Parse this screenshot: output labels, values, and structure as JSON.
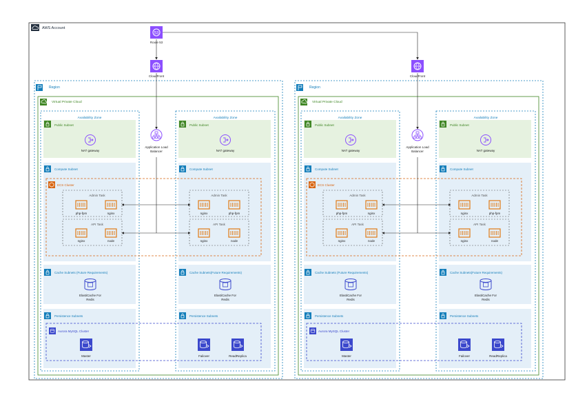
{
  "account": {
    "label": "AWS Account"
  },
  "edge": {
    "route53": "Route 53",
    "cloudfront": "CloudFront",
    "alb": [
      "Application Load",
      "Balancer"
    ]
  },
  "region": {
    "label": "Region",
    "vpc": "Virtual Private Cloud",
    "az": "Availability Zone",
    "public_subnet": "Public Subnet",
    "nat": "NAT gateway",
    "compute_subnet": "Compute Subnet",
    "ecs_cluster": "ECS Cluster",
    "admin_task": "Admin Task",
    "api_task": "API Task",
    "containers": {
      "php": "php-fpm",
      "nginx": "nginx",
      "node": "node"
    },
    "cache_subnet_left": "Cache Subnets (Future Requirements)",
    "cache_subnet_right": "Cache Subnets(Future Requirements)",
    "elasticache": [
      "ElastiCache For",
      "Redis"
    ],
    "persistence": "Persistence Subnets",
    "aurora": "Aurora MySQL Cluster",
    "master": "Master",
    "failover": "Failover",
    "replica": "ReadReplica"
  },
  "colors": {
    "vpc": "#3f8624",
    "region": "#147eba",
    "az": "#147eba",
    "public_fill": "#e6f2e0",
    "subnet_fill": "#e4eff8",
    "ecs": "#d86613",
    "networking": "#8c4fff",
    "database": "#3b48cc",
    "container": "#e07913"
  }
}
